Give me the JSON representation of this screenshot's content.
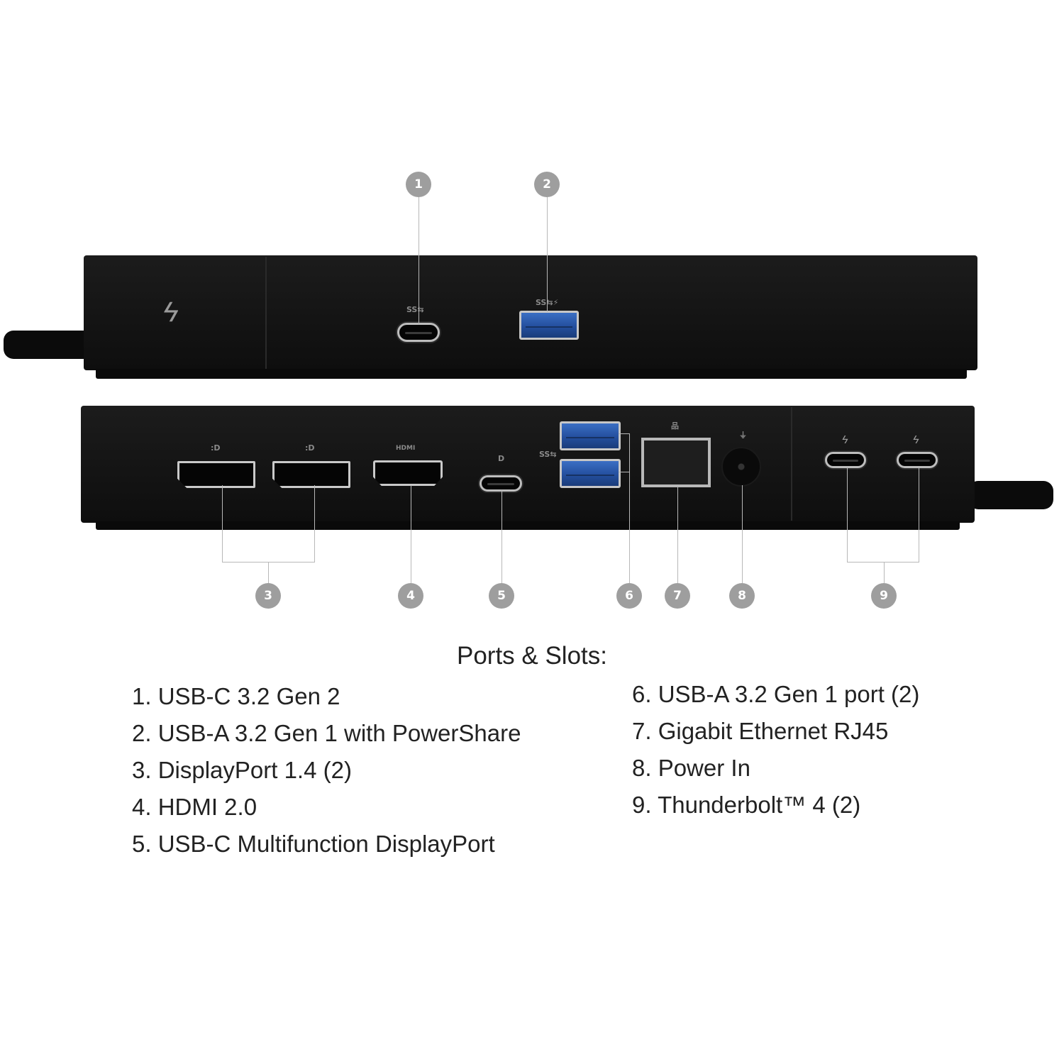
{
  "callouts": [
    {
      "number": "1"
    },
    {
      "number": "2"
    },
    {
      "number": "3"
    },
    {
      "number": "4"
    },
    {
      "number": "5"
    },
    {
      "number": "6"
    },
    {
      "number": "7"
    },
    {
      "number": "8"
    },
    {
      "number": "9"
    }
  ],
  "port_labels": {
    "dp1": ":D",
    "dp2": ":D",
    "hdmi": "HDMI",
    "usbc_dp": "D",
    "tb1": "ϟ",
    "tb2": "ϟ",
    "front_tb_logo": "ϟ"
  },
  "colors": {
    "dock_body": "#151515",
    "callout_bg": "#9e9e9e",
    "usb_a_blue": "#2f5fb3",
    "text": "#222222"
  },
  "legend": {
    "title": "Ports & Slots:",
    "left": [
      "1. USB-C 3.2 Gen 2",
      "2. USB-A 3.2 Gen 1 with PowerShare",
      "3. DisplayPort 1.4 (2)",
      "4. HDMI 2.0",
      "5. USB-C Multifunction DisplayPort"
    ],
    "right": [
      "6. USB-A 3.2 Gen 1 port (2)",
      "7. Gigabit Ethernet RJ45",
      "8. Power In",
      "9. Thunderbolt™ 4 (2)"
    ]
  }
}
